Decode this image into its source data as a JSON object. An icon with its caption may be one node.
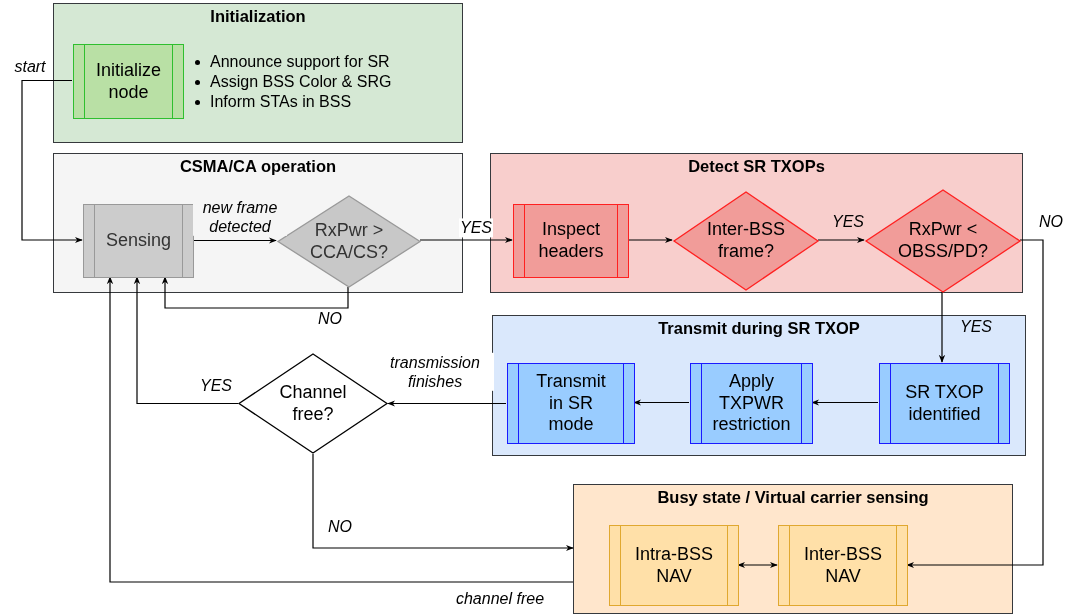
{
  "diagram": {
    "nodes": [
      {
        "text": [
          "Initialization"
        ]
      },
      {
        "text": [
          "Initialize node"
        ],
        "in": 0,
        "beside": [
          "Announce support for SR",
          "Assign BSS Color & SRG",
          "Inform STAs in BSS"
        ]
      },
      {
        "text": [
          "CSMA/CA operation"
        ]
      },
      {
        "text": [
          "Sensing"
        ],
        "in": 2
      },
      {
        "text": [
          "RxPwr > CCA/CS?"
        ],
        "in": 2
      },
      {
        "text": [
          "Detect SR TXOPs"
        ]
      },
      {
        "text": [
          "Inspect headers"
        ],
        "in": 5
      },
      {
        "text": [
          "Inter-BSS frame?"
        ],
        "in": 5
      },
      {
        "text": [
          "RxPwr < OBSS/PD?"
        ],
        "in": 5
      },
      {
        "text": [
          "Transmit during SR TXOP"
        ]
      },
      {
        "text": [
          "Transmit in SR mode"
        ],
        "in": 9
      },
      {
        "text": [
          "Apply TXPWR restriction"
        ],
        "in": 9
      },
      {
        "text": [
          "SR TXOP identified"
        ],
        "in": 9
      },
      {
        "text": [
          "Channel free?"
        ]
      },
      {
        "text": [
          "Busy state / Virtual carrier sensing"
        ]
      },
      {
        "text": [
          "Intra-BSS NAV"
        ],
        "in": 14
      },
      {
        "text": [
          "Inter-BSS NAV"
        ],
        "in": 14
      }
    ],
    "edges": [
      {
        "from": 1,
        "to": 3,
        "arrow": "to",
        "label": "start"
      },
      {
        "from": 3,
        "to": 4,
        "arrow": "to",
        "label": "new frame detected"
      },
      {
        "from": 4,
        "to": 6,
        "arrow": "to",
        "label": "YES"
      },
      {
        "from": 4,
        "to": 3,
        "arrow": "to",
        "label": "NO"
      },
      {
        "from": 6,
        "to": 7,
        "arrow": "to"
      },
      {
        "from": 7,
        "to": 8,
        "arrow": "to",
        "label": "YES"
      },
      {
        "from": 8,
        "to": 12,
        "arrow": "to",
        "label": "YES"
      },
      {
        "from": 8,
        "to": 16,
        "arrow": "to",
        "label": "NO"
      },
      {
        "from": 12,
        "to": 11,
        "arrow": "to"
      },
      {
        "from": 11,
        "to": 10,
        "arrow": "to"
      },
      {
        "from": 10,
        "to": 13,
        "arrow": "to",
        "label": "transmission finishes"
      },
      {
        "from": 13,
        "to": 3,
        "arrow": "to",
        "label": "YES"
      },
      {
        "from": 13,
        "to": 14,
        "arrow": "to",
        "label": "NO"
      },
      {
        "from": 15,
        "to": 16,
        "arrow": "both"
      },
      {
        "from": 14,
        "to": 3,
        "arrow": "to",
        "label": "channel free"
      }
    ]
  }
}
